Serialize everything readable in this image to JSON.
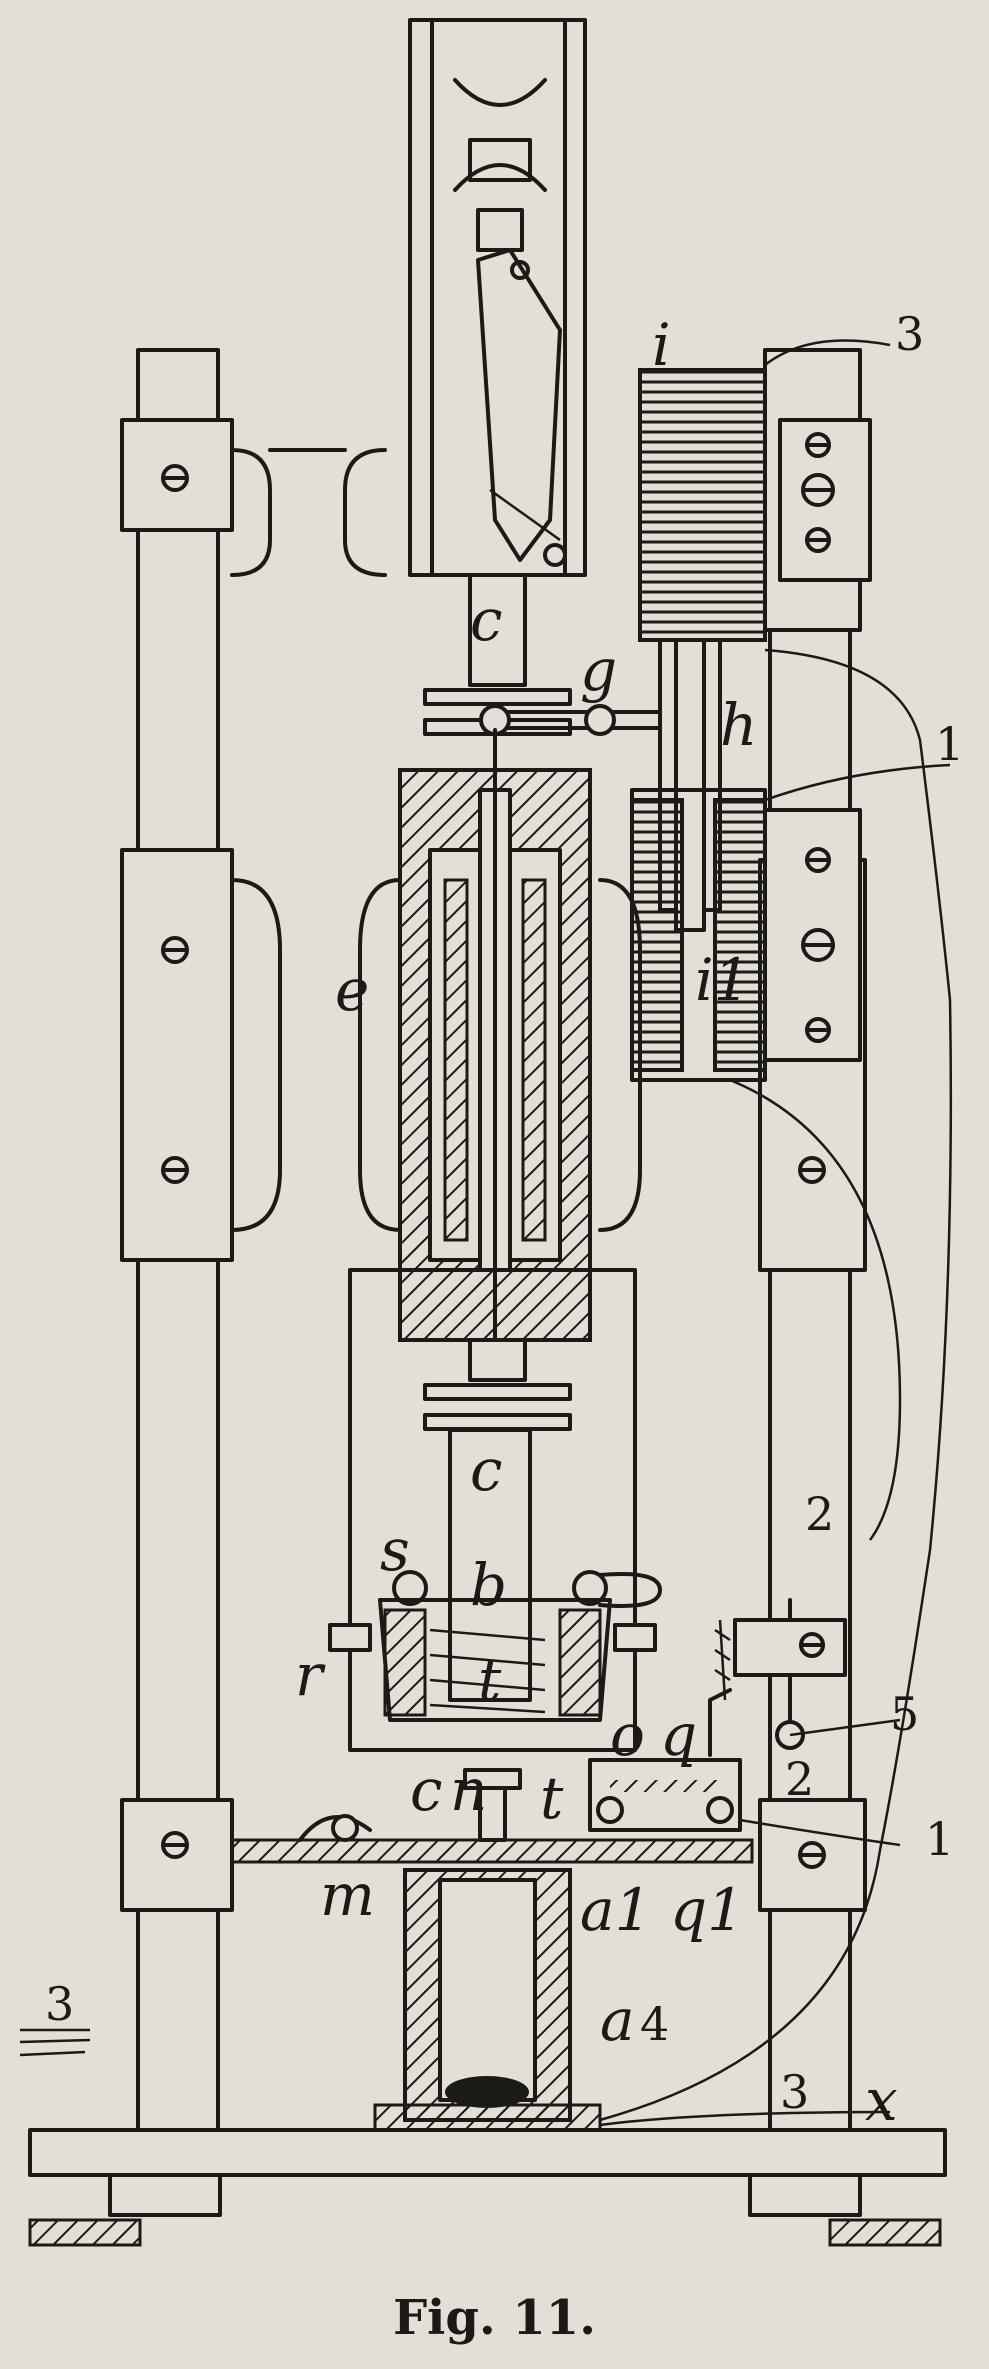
{
  "figure": {
    "caption": "Fig. 11.",
    "labels": {
      "i": "i",
      "i1": "i1",
      "c_upper": "c",
      "g": "g",
      "h": "h",
      "e": "e",
      "c_mid": "c",
      "s": "s",
      "b": "b",
      "r": "r",
      "t": "t",
      "c_lower": "c",
      "n": "n",
      "t_lower": "t",
      "o": "o",
      "q": "q",
      "m": "m",
      "a1": "a1",
      "q1": "q1",
      "a": "a",
      "x": "x"
    },
    "wire_numbers": {
      "w3_top": "3",
      "w1_top": "1",
      "w2_mid": "2",
      "w5": "5",
      "w2_low": "2",
      "w1_low": "1",
      "w4": "4",
      "w3_base": "3",
      "w3_left": "3"
    }
  }
}
